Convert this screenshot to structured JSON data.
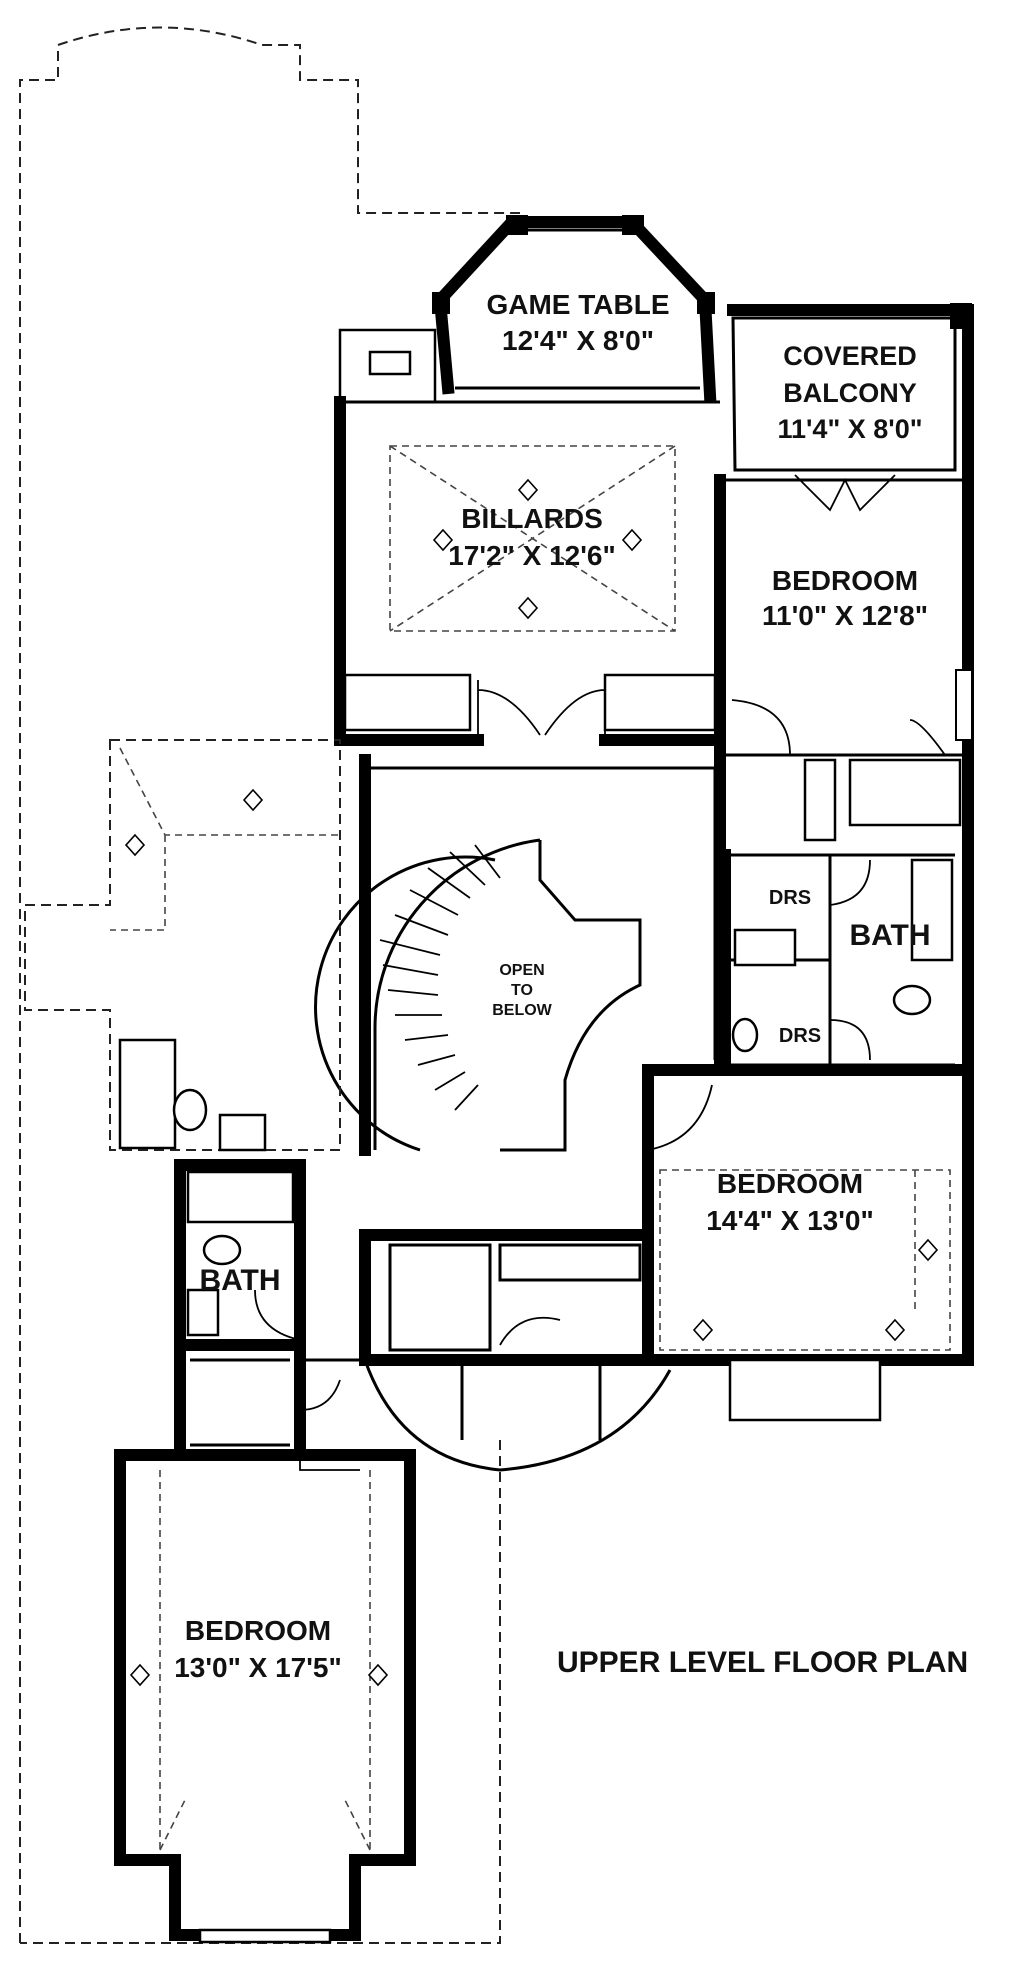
{
  "title": "UPPER LEVEL FLOOR PLAN",
  "rooms": {
    "game_table": {
      "name": "GAME TABLE",
      "dims": "12'4\" X 8'0\""
    },
    "covered_balcony": {
      "name_line1": "COVERED",
      "name_line2": "BALCONY",
      "dims": "11'4\" X 8'0\""
    },
    "billiards": {
      "name": "BILLARDS",
      "dims": "17'2\" X 12'6\""
    },
    "bedroom_east": {
      "name": "BEDROOM",
      "dims": "11'0\" X 12'8\""
    },
    "open_to_below": {
      "line1": "OPEN",
      "line2": "TO",
      "line3": "BELOW"
    },
    "drs_upper": {
      "name": "DRS"
    },
    "drs_lower": {
      "name": "DRS"
    },
    "bath_east": {
      "name": "BATH"
    },
    "bedroom_middle": {
      "name": "BEDROOM",
      "dims": "14'4\" X 13'0\""
    },
    "bath_west": {
      "name": "BATH"
    },
    "bedroom_south": {
      "name": "BEDROOM",
      "dims": "13'0\" X 17'5\""
    }
  }
}
